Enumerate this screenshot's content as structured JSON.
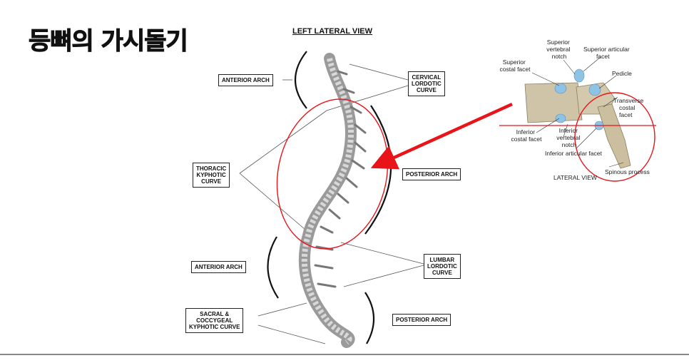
{
  "title": "등뼈의 가시돌기",
  "view_heading": "LEFT LATERAL VIEW",
  "spine_labels": {
    "anterior_arch_top": "ANTERIOR ARCH",
    "cervical": [
      "CERVICAL",
      "LORDOTIC",
      "CURVE"
    ],
    "thoracic": [
      "THORACIC",
      "KYPHOTIC",
      "CURVE"
    ],
    "posterior_arch_mid": "POSTERIOR ARCH",
    "anterior_arch_bottom": "ANTERIOR ARCH",
    "lumbar": [
      "LUMBAR",
      "LORDOTIC",
      "CURVE"
    ],
    "sacral": [
      "SACRAL &",
      "COCCYGEAL",
      "KYPHOTIC CURVE"
    ],
    "posterior_arch_bottom": "POSTERIOR ARCH"
  },
  "vertebra_labels": {
    "superior_vertebral_notch": [
      "Superior",
      "vertebral",
      "notch"
    ],
    "superior_articular_facet": [
      "Superior articular",
      "facet"
    ],
    "superior_costal_facet": [
      "Superior",
      "costal facet"
    ],
    "pedicle": "Pedicle",
    "transverse_costal_facet": [
      "Transverse",
      "costal",
      "facet"
    ],
    "inferior_costal_facet": [
      "Inferior",
      "costal facet"
    ],
    "inferior_vertebral_notch": [
      "Inferior",
      "vertebral",
      "notch"
    ],
    "inferior_articular_facet": "Inferior articular facet",
    "spinous_process": "Spinous process",
    "lateral_view": "LATERAL VIEW"
  },
  "colors": {
    "highlight_red": "#e8141a",
    "bone": "#bfbfbf",
    "facet_blue": "#8fc3e6"
  }
}
